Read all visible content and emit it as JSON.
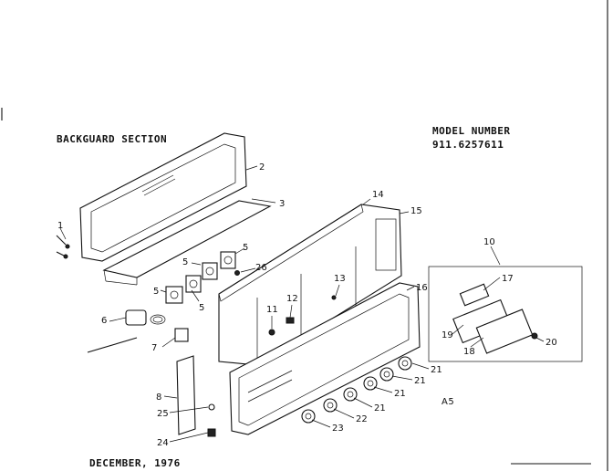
{
  "title": "BACKGUARD SECTION",
  "model_label": "MODEL NUMBER",
  "model_number": "911.6257611",
  "date": "DECEMBER, 1976",
  "code": "A5",
  "callouts": {
    "c1": "1",
    "c2": "2",
    "c3": "3",
    "c5a": "5",
    "c5b": "5",
    "c5c": "5",
    "c5d": "5",
    "c6": "6",
    "c7": "7",
    "c8": "8",
    "c10": "10",
    "c11": "11",
    "c12": "12",
    "c13": "13",
    "c14": "14",
    "c15": "15",
    "c16": "16",
    "c17": "17",
    "c18": "18",
    "c19": "19",
    "c20": "20",
    "c21a": "21",
    "c21b": "21",
    "c21c": "21",
    "c22": "22",
    "c23": "23",
    "c24": "24",
    "c25": "25",
    "c26": "26"
  }
}
